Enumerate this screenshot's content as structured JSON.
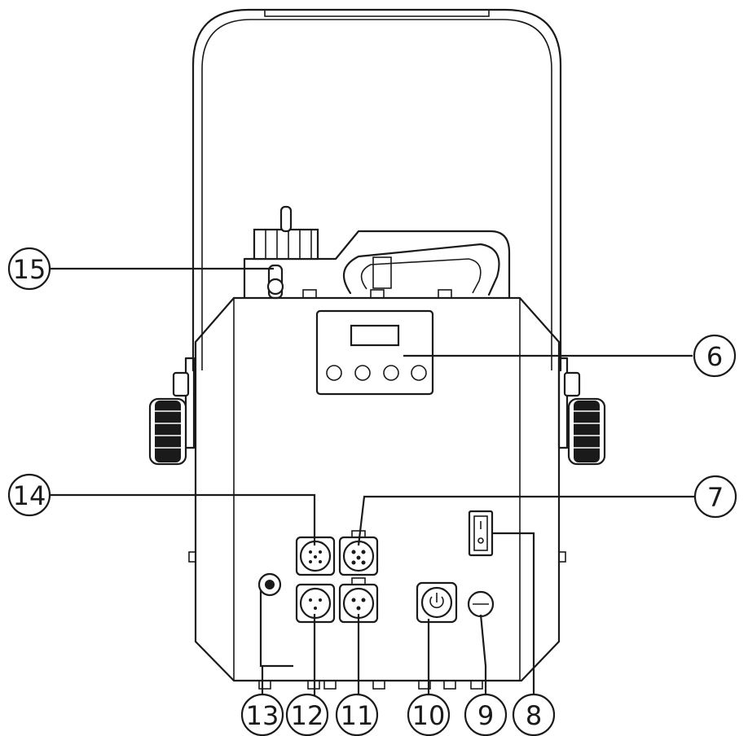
{
  "callouts": [
    {
      "id": "15",
      "label": "15"
    },
    {
      "id": "6",
      "label": "6"
    },
    {
      "id": "14",
      "label": "14"
    },
    {
      "id": "7",
      "label": "7"
    },
    {
      "id": "13",
      "label": "13"
    },
    {
      "id": "12",
      "label": "12"
    },
    {
      "id": "11",
      "label": "11"
    },
    {
      "id": "10",
      "label": "10"
    },
    {
      "id": "9",
      "label": "9"
    },
    {
      "id": "8",
      "label": "8"
    }
  ]
}
